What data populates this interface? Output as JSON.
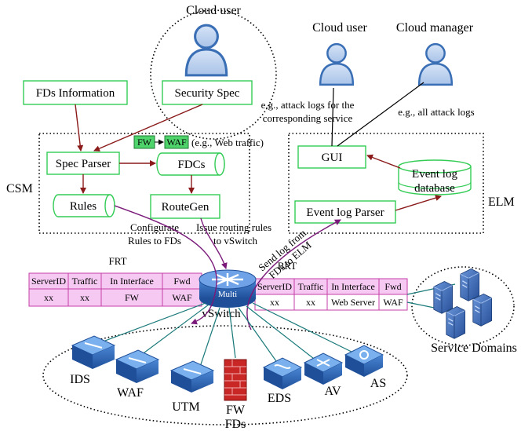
{
  "actors": {
    "cloud_user_top": "Cloud user",
    "cloud_user_right": "Cloud  user",
    "cloud_manager": "Cloud  manager"
  },
  "boxes": {
    "fds_information": "FDs Information",
    "security_spec": "Security  Spec",
    "spec_parser": "Spec Parser",
    "fdcs": "FDCs",
    "rules": "Rules",
    "routegen": "RouteGen",
    "gui": "GUI",
    "event_log_db_line1": "Event log",
    "event_log_db_line2": "database",
    "event_log_parser": "Event log Parser",
    "fw_chip": "FW",
    "waf_chip": "WAF"
  },
  "regions": {
    "csm": "CSM",
    "elm": "ELM"
  },
  "annotations": {
    "web_traffic": "(e.g., Web traffic)",
    "attack_logs_service_1": "e.g., attack logs for the",
    "attack_logs_service_2": "corresponding service",
    "all_attack_logs": "e.g.,  all attack logs",
    "configure_1": "Configurate",
    "configure_2": "Rules to FDs",
    "issue_1": "Issue routing rules",
    "issue_2": "to vSwitch",
    "send_1": "Send  log from",
    "send_2": "FDs to ELM"
  },
  "frt": {
    "title": "FRT",
    "headers": [
      "ServerID",
      "Traffic",
      "In Interface",
      "Fwd"
    ],
    "row": [
      "xx",
      "xx",
      "FW",
      "WAF"
    ]
  },
  "brt": {
    "title": "BRT",
    "headers": [
      "ServerID",
      "Traffic",
      "In Interface",
      "Fwd"
    ],
    "row": [
      "xx",
      "xx",
      "Web Server",
      "WAF"
    ]
  },
  "vswitch": {
    "label": "vSwitch",
    "logo_text": "Multi"
  },
  "devices": {
    "ids": "IDS",
    "waf": "WAF",
    "utm": "UTM",
    "fw": "FW",
    "eds": "EDS",
    "av": "AV",
    "as": "AS",
    "group": "FDs"
  },
  "service_domains": "Service Domains",
  "colors": {
    "box_border": "#33cc55",
    "arrow_red": "#8b1a1a",
    "arrow_purple": "#7a1a7a",
    "link_teal": "#1a7a7a",
    "table_pink": "#f6c9f2",
    "device_blue": "#2f67b3",
    "user_blue": "#3a6fb5"
  }
}
